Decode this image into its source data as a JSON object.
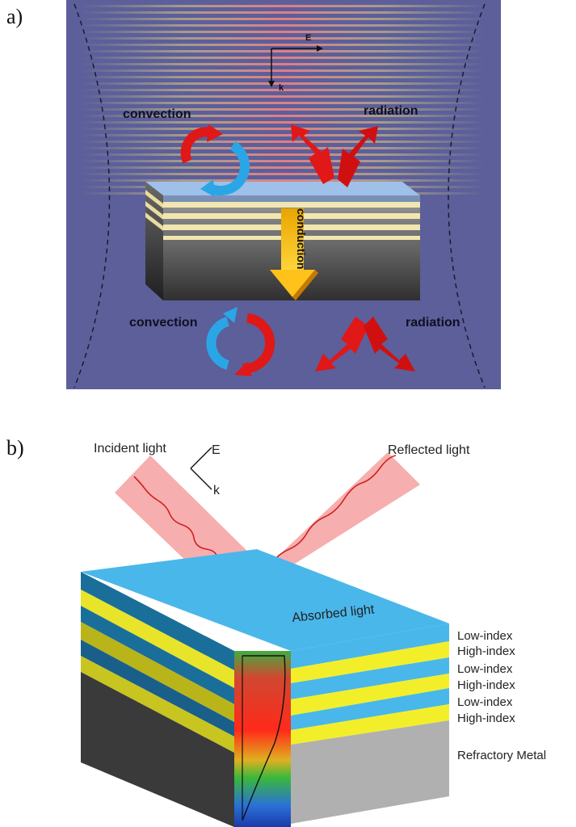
{
  "panel_a": {
    "label": "a)",
    "field_vectors": {
      "e": "E",
      "k": "k"
    },
    "top_left": "convection",
    "top_right": "radiation",
    "center": "conduction",
    "bottom_left": "convection",
    "bottom_right": "radiation",
    "colors": {
      "background": "#5c5f9a",
      "conduction": "#f2b400",
      "convection_red": "#e01818",
      "convection_blue": "#2aa6e6"
    }
  },
  "panel_b": {
    "label": "b)",
    "incident": "Incident light",
    "reflected": "Reflected light",
    "absorbed": "Absorbed light",
    "field_vectors": {
      "e": "E",
      "k": "k"
    },
    "layers": [
      "Low-index",
      "High-index",
      "Low-index",
      "High-index",
      "Low-index",
      "High-index"
    ],
    "substrate": "Refractory Metal",
    "colors": {
      "low_index": "#45b8ec",
      "high_index": "#f2ef2a",
      "metal": "#b0b0b0"
    }
  }
}
